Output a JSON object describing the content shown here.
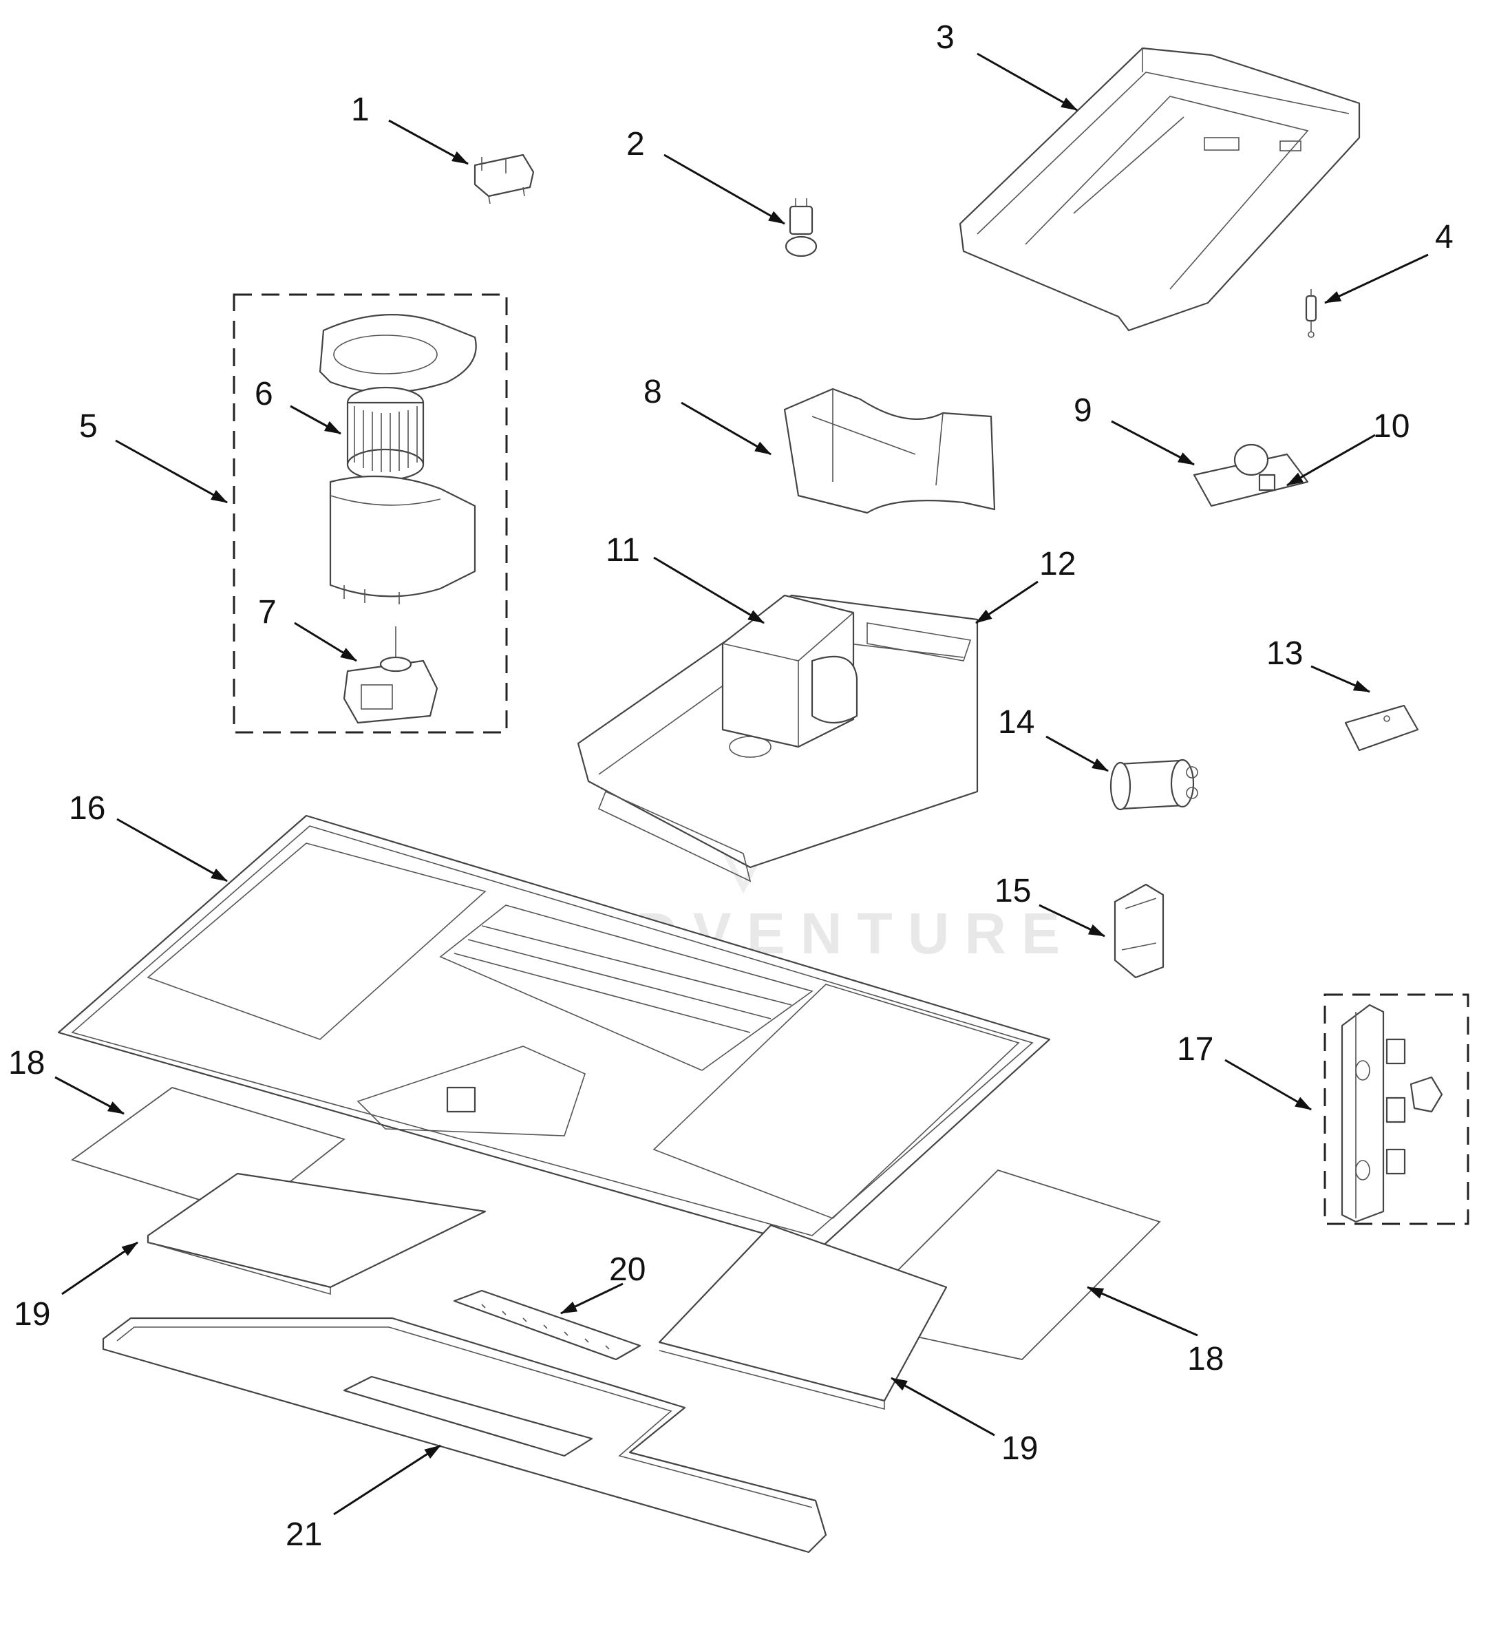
{
  "watermark": "LEADVENTURE",
  "callouts": [
    {
      "id": "c1",
      "label": "1"
    },
    {
      "id": "c2",
      "label": "2"
    },
    {
      "id": "c3",
      "label": "3"
    },
    {
      "id": "c4",
      "label": "4"
    },
    {
      "id": "c5",
      "label": "5"
    },
    {
      "id": "c6",
      "label": "6"
    },
    {
      "id": "c7",
      "label": "7"
    },
    {
      "id": "c8",
      "label": "8"
    },
    {
      "id": "c9",
      "label": "9"
    },
    {
      "id": "c10",
      "label": "10"
    },
    {
      "id": "c11",
      "label": "11"
    },
    {
      "id": "c12",
      "label": "12"
    },
    {
      "id": "c13",
      "label": "13"
    },
    {
      "id": "c14",
      "label": "14"
    },
    {
      "id": "c15",
      "label": "15"
    },
    {
      "id": "c16",
      "label": "16"
    },
    {
      "id": "c17",
      "label": "17"
    },
    {
      "id": "c18a",
      "label": "18"
    },
    {
      "id": "c18b",
      "label": "18"
    },
    {
      "id": "c19a",
      "label": "19"
    },
    {
      "id": "c19b",
      "label": "19"
    },
    {
      "id": "c20",
      "label": "20"
    },
    {
      "id": "c21",
      "label": "21"
    }
  ]
}
